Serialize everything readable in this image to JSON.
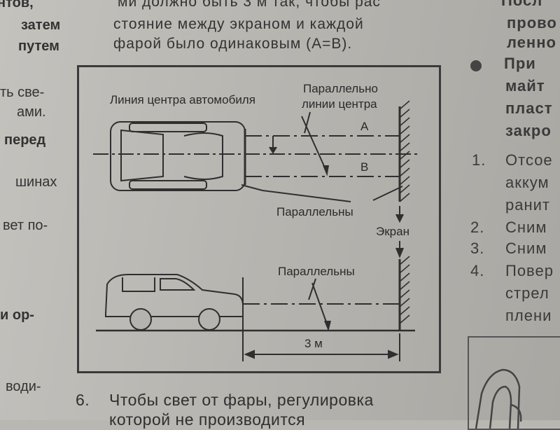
{
  "left_column": [
    "нтов,",
    "затем",
    "путем",
    "ть све-",
    "ами.",
    "перед",
    "шинах",
    "вет по-",
    "и ор-",
    "води-"
  ],
  "top_text": [
    "ми должно быть 3 м так, чтобы рас",
    "стояние между экраном и каждой",
    "фарой было одинаковым (A=B)."
  ],
  "figure": {
    "label_center_line": "Линия центра автомобиля",
    "label_parallel_center_1": "Параллельно",
    "label_parallel_center_2": "линии центра",
    "label_a": "A",
    "label_b": "B",
    "label_parallel_top": "Параллельны",
    "label_screen": "Экран",
    "label_parallel_bottom": "Параллельны",
    "label_distance": "3 м"
  },
  "right_column": [
    "Посл",
    "прово",
    "ленно",
    "При",
    "майт",
    "пласт",
    "закро",
    "1.",
    "Отсое",
    "аккум",
    "ранит",
    "2.",
    "Сним",
    "3.",
    "Сним",
    "4.",
    "Повер",
    "стрел",
    "плени"
  ],
  "bottom_text": {
    "number": "6.",
    "line1": "Чтобы свет от фары, регулировка",
    "line2": "которой не производится"
  }
}
